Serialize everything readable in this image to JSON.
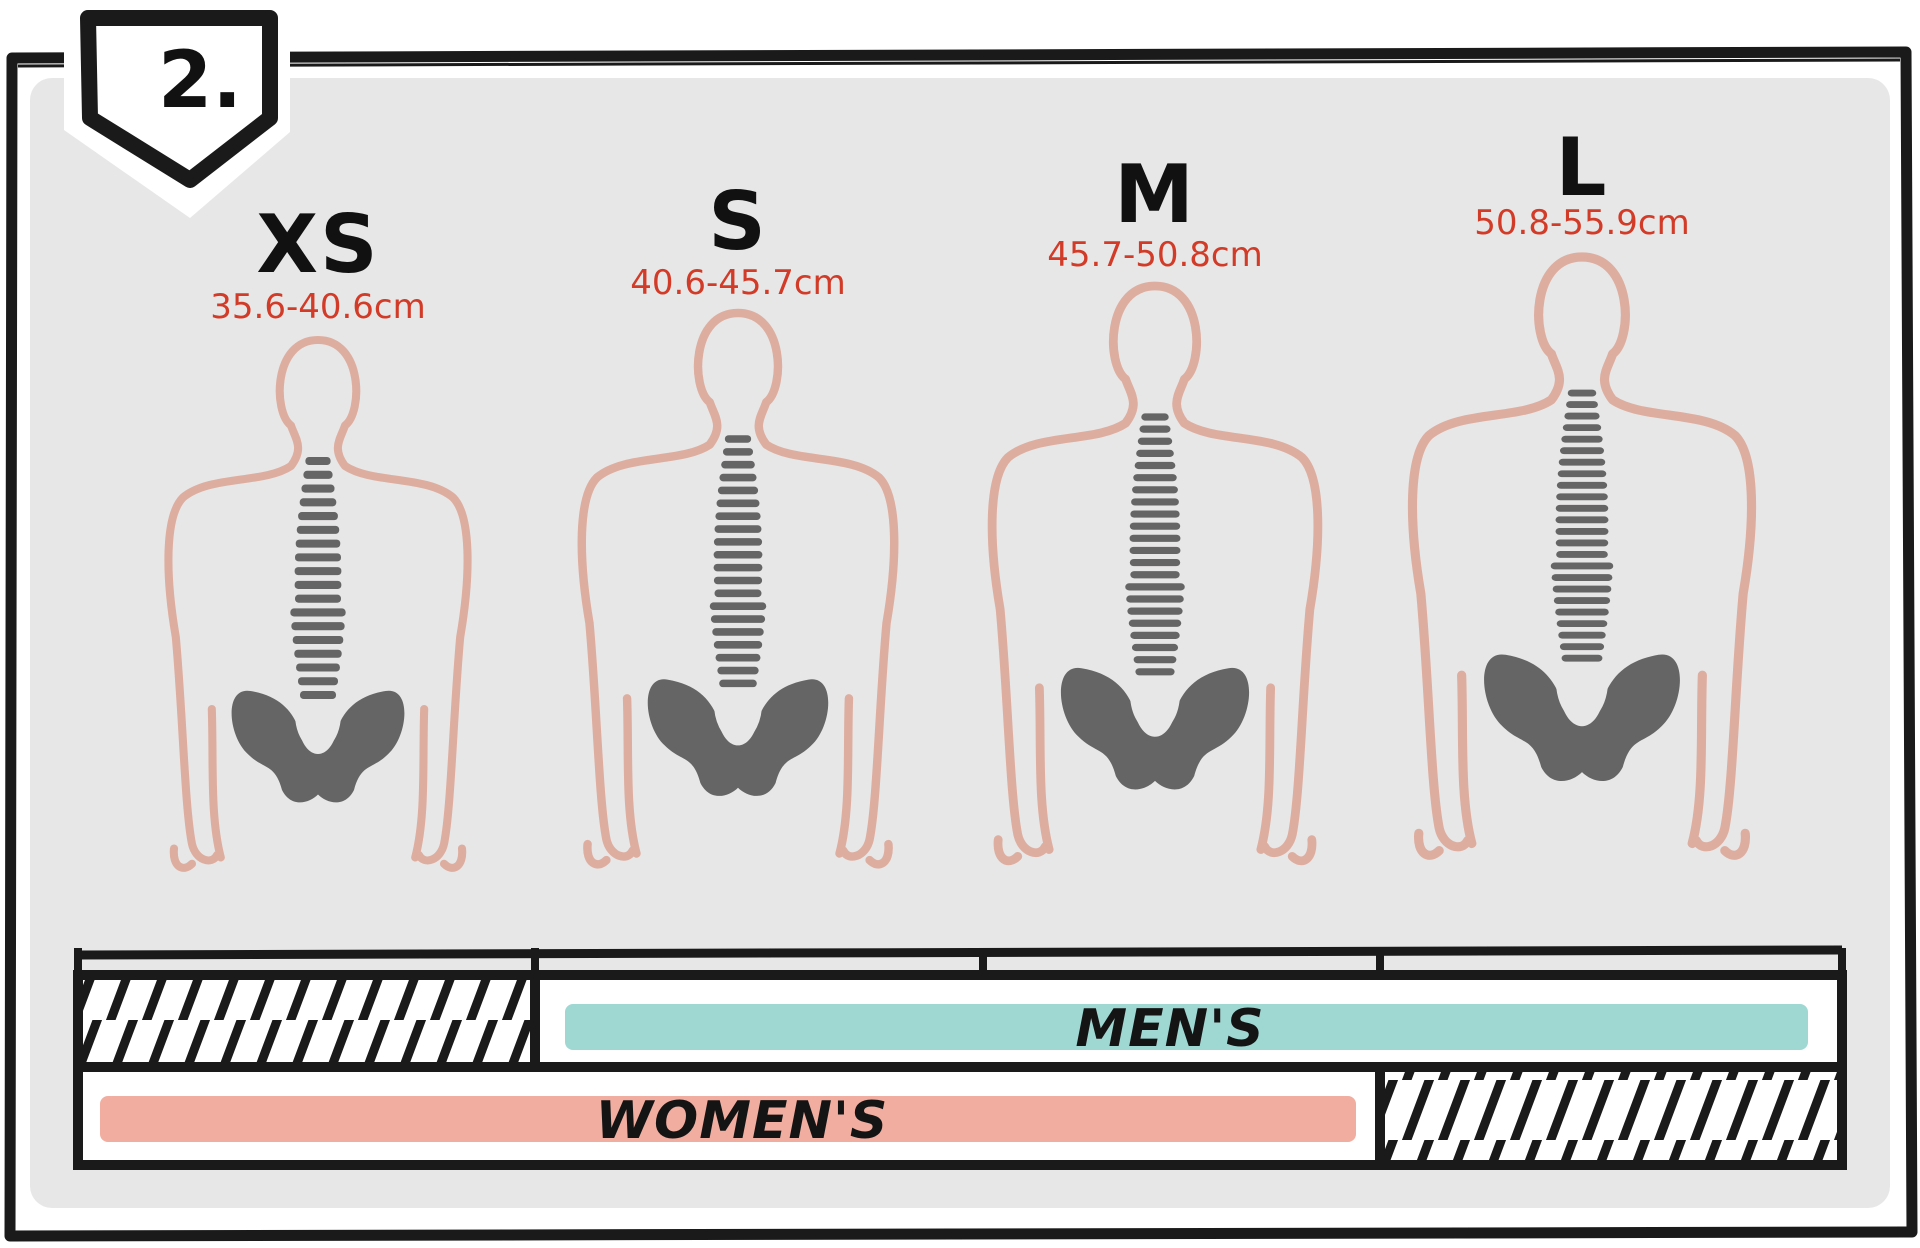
{
  "badge": {
    "label": "2."
  },
  "sizes": [
    {
      "letter": "XS",
      "range": "35.6-40.6cm"
    },
    {
      "letter": "S",
      "range": "40.6-45.7cm"
    },
    {
      "letter": "M",
      "range": "45.7-50.8cm"
    },
    {
      "letter": "L",
      "range": "50.8-55.9cm"
    }
  ],
  "bars": {
    "mens": {
      "label": "MEN'S",
      "sizes": [
        "S",
        "M",
        "L"
      ]
    },
    "womens": {
      "label": "WOMEN'S",
      "sizes": [
        "XS",
        "S",
        "M"
      ]
    }
  },
  "colors": {
    "panel": "#e8e7e7",
    "outline": "#1a1a1a",
    "body_outline": "#ddaea0",
    "bone": "#656565",
    "range_text": "#d23b27",
    "mens_bar": "#9fd8d2",
    "womens_bar": "#f0ada0"
  }
}
